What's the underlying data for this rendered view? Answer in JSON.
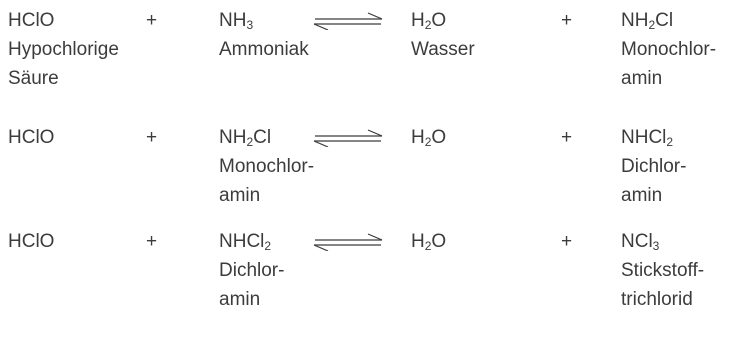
{
  "reactions": [
    {
      "reactant1": {
        "formula": {
          "base": "HClO",
          "sub": "",
          "tail": ""
        },
        "name_lines": [
          "Hypochlorige",
          "Säure"
        ]
      },
      "plus1": "+",
      "reactant2": {
        "formula": {
          "base": "NH",
          "sub": "3",
          "tail": ""
        },
        "name_lines": [
          "Ammoniak"
        ]
      },
      "product1": {
        "formula": {
          "base": "H",
          "sub": "2",
          "tail": "O"
        },
        "name_lines": [
          "Wasser"
        ]
      },
      "plus2": "+",
      "product2": {
        "formula": {
          "base": "NH",
          "sub": "2",
          "tail": "Cl"
        },
        "name_lines": [
          "Monochlor-",
          "amin"
        ]
      }
    },
    {
      "reactant1": {
        "formula": {
          "base": "HClO",
          "sub": "",
          "tail": ""
        },
        "name_lines": []
      },
      "plus1": "+",
      "reactant2": {
        "formula": {
          "base": "NH",
          "sub": "2",
          "tail": "Cl"
        },
        "name_lines": [
          "Monochlor-",
          "amin"
        ]
      },
      "product1": {
        "formula": {
          "base": "H",
          "sub": "2",
          "tail": "O"
        },
        "name_lines": []
      },
      "plus2": "+",
      "product2": {
        "formula": {
          "base": "NHCl",
          "sub": "2",
          "tail": ""
        },
        "name_lines": [
          "Dichlor-",
          "amin"
        ]
      }
    },
    {
      "reactant1": {
        "formula": {
          "base": "HClO",
          "sub": "",
          "tail": ""
        },
        "name_lines": []
      },
      "plus1": "+",
      "reactant2": {
        "formula": {
          "base": "NHCl",
          "sub": "2",
          "tail": ""
        },
        "name_lines": [
          "Dichlor-",
          "amin"
        ]
      },
      "product1": {
        "formula": {
          "base": "H",
          "sub": "2",
          "tail": "O"
        },
        "name_lines": []
      },
      "plus2": "+",
      "product2": {
        "formula": {
          "base": "NCl",
          "sub": "3",
          "tail": ""
        },
        "name_lines": [
          "Stickstoff-",
          "trichlorid"
        ]
      }
    }
  ],
  "colors": {
    "text": "#3c3c3c",
    "arrow": "#3c3c3c"
  },
  "icons": {
    "equilibrium": "equilibrium-arrow-icon"
  }
}
